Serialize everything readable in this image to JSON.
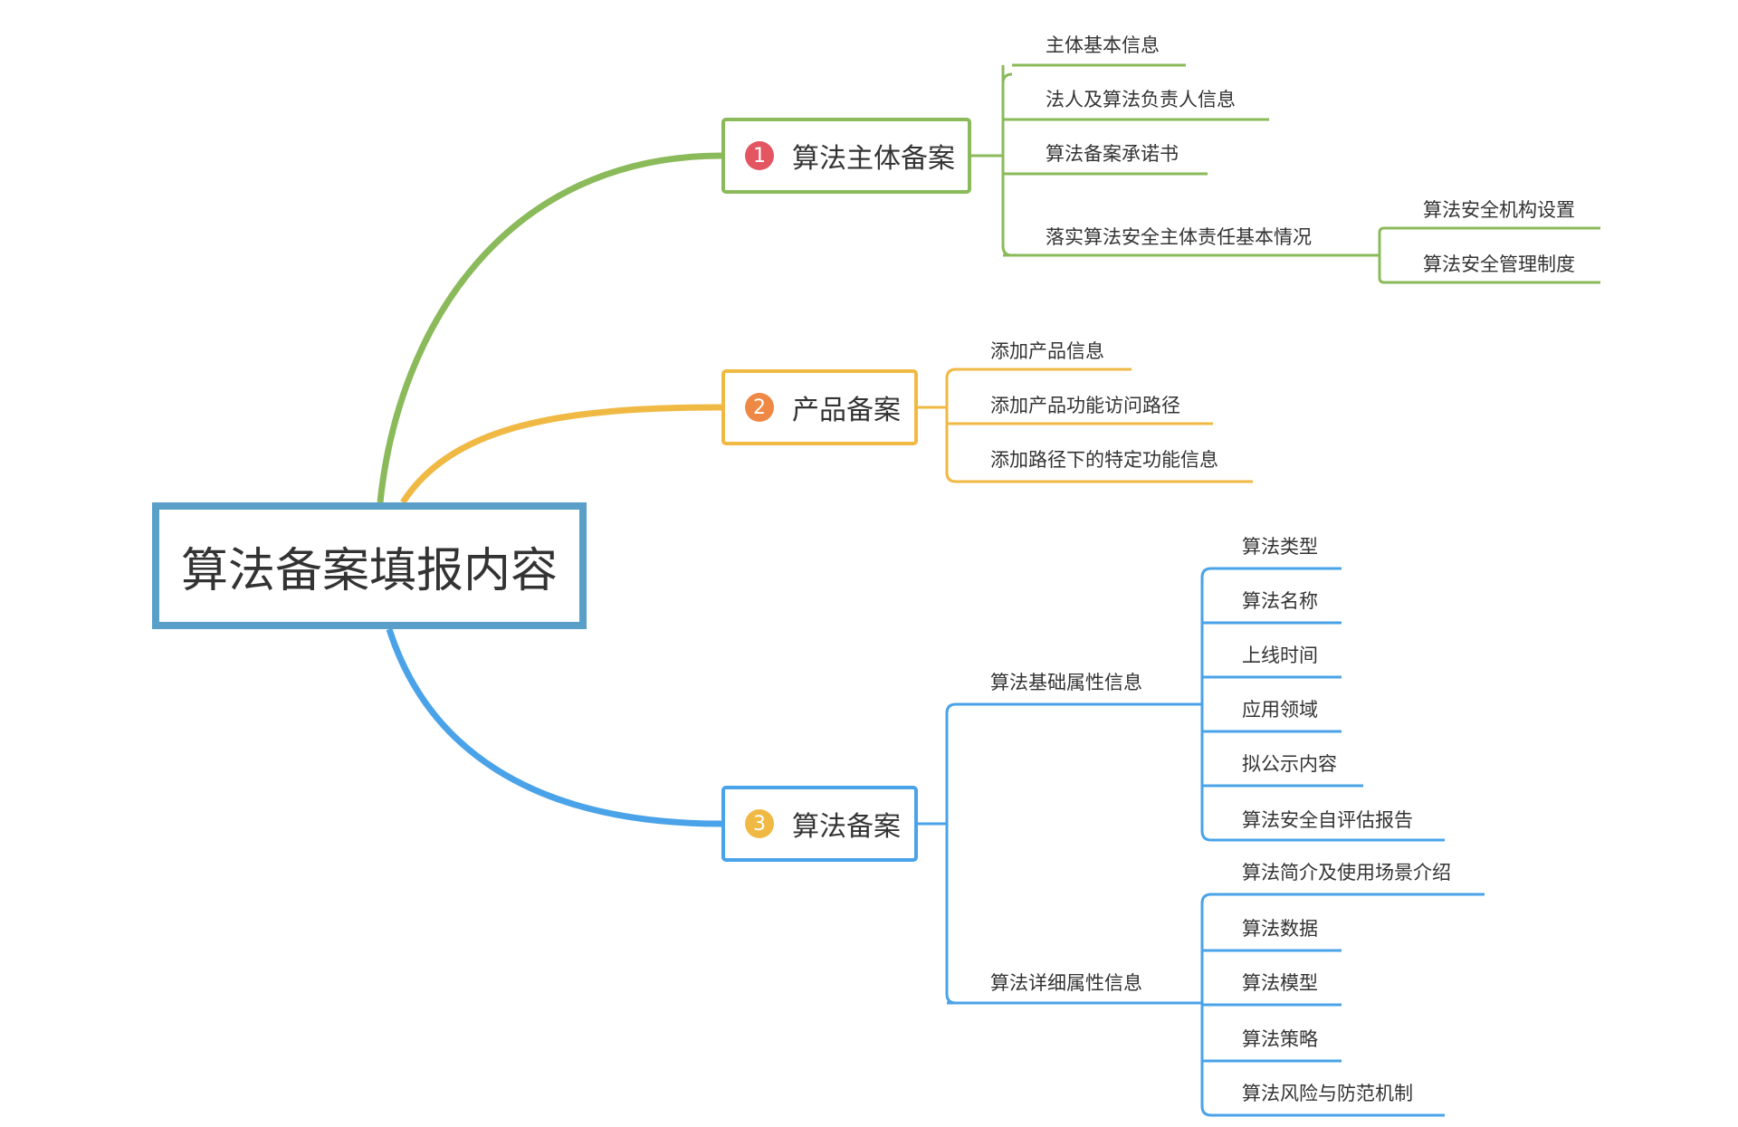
{
  "root": {
    "label": "算法备案填报内容"
  },
  "colors": {
    "root": "#5a9fc8",
    "branch1": "#8aba5a",
    "branch2": "#f0b944",
    "branch3": "#4aa3e8",
    "badge1": "#e25561",
    "badge2": "#ef8845",
    "badge3": "#f0b944"
  },
  "branches": [
    {
      "number": "1",
      "label": "算法主体备案",
      "children": [
        {
          "label": "主体基本信息"
        },
        {
          "label": "法人及算法负责人信息"
        },
        {
          "label": "算法备案承诺书"
        },
        {
          "label": "落实算法安全主体责任基本情况",
          "children": [
            {
              "label": "算法安全机构设置"
            },
            {
              "label": "算法安全管理制度"
            }
          ]
        }
      ]
    },
    {
      "number": "2",
      "label": "产品备案",
      "children": [
        {
          "label": "添加产品信息"
        },
        {
          "label": "添加产品功能访问路径"
        },
        {
          "label": "添加路径下的特定功能信息"
        }
      ]
    },
    {
      "number": "3",
      "label": "算法备案",
      "children": [
        {
          "label": "算法基础属性信息",
          "children": [
            {
              "label": "算法类型"
            },
            {
              "label": "算法名称"
            },
            {
              "label": "上线时间"
            },
            {
              "label": "应用领域"
            },
            {
              "label": "拟公示内容"
            },
            {
              "label": "算法安全自评估报告"
            }
          ]
        },
        {
          "label": "算法详细属性信息",
          "children": [
            {
              "label": "算法简介及使用场景介绍"
            },
            {
              "label": "算法数据"
            },
            {
              "label": "算法模型"
            },
            {
              "label": "算法策略"
            },
            {
              "label": "算法风险与防范机制"
            }
          ]
        }
      ]
    }
  ]
}
